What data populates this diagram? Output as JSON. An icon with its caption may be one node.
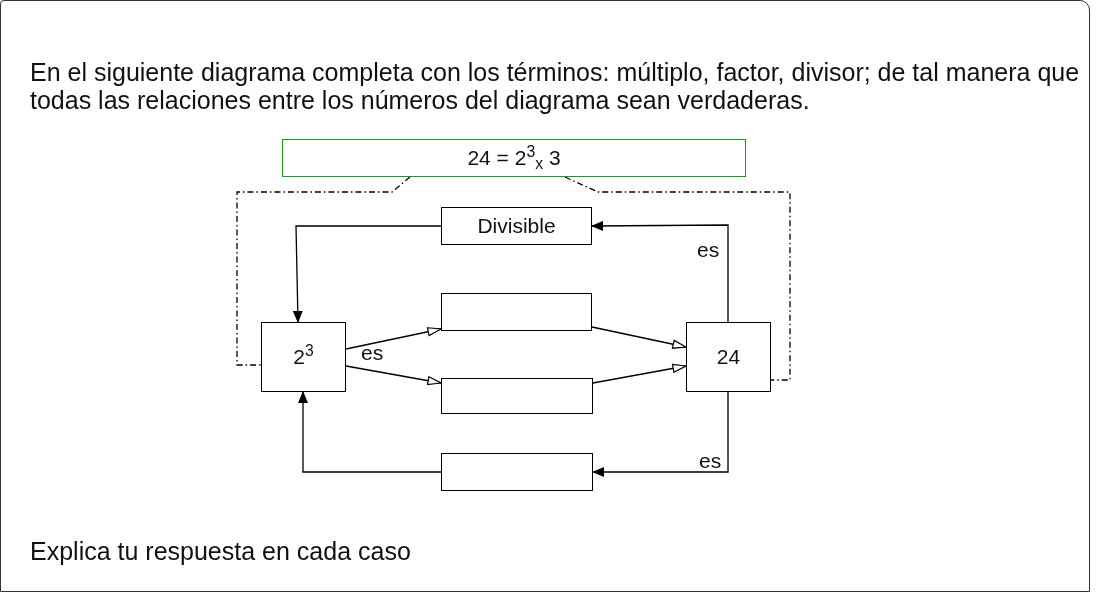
{
  "diagram": {
    "title": "En el siguiente diagrama completa con los términos: múltiplo, factor, divisor; de tal manera que todas las relaciones entre los números del diagrama sean verdaderas.",
    "caption": "Explica tu respuesta en cada caso",
    "nodes": [
      {
        "text": [
          "24 = 2$^{3}$$_{x}$ 3"
        ]
      },
      {
        "text": [
          "Divisible"
        ]
      },
      {
        "text": [
          "2$^{3}$"
        ]
      },
      {
        "text": [],
        "shape": "box"
      },
      {
        "text": [],
        "shape": "box"
      },
      {
        "text": [
          "24"
        ]
      },
      {
        "text": [],
        "shape": "box"
      }
    ],
    "edges": [
      {
        "from": 0,
        "to": 2,
        "arrow": "none",
        "style": "dashed"
      },
      {
        "from": 0,
        "to": 5,
        "arrow": "none",
        "style": "dashed"
      },
      {
        "from": 5,
        "to": 1,
        "arrow": "to",
        "label": "es"
      },
      {
        "from": 1,
        "to": 2,
        "arrow": "to"
      },
      {
        "from": 2,
        "to": 3,
        "arrow": "to"
      },
      {
        "from": 2,
        "to": 4,
        "arrow": "to"
      },
      {
        "from": 3,
        "to": 5,
        "arrow": "to"
      },
      {
        "from": 4,
        "to": 5,
        "arrow": "to"
      },
      {
        "from": 5,
        "to": 6,
        "arrow": "to",
        "label": "es"
      },
      {
        "from": 6,
        "to": 2,
        "arrow": "to"
      }
    ],
    "labels": [
      "es"
    ]
  }
}
